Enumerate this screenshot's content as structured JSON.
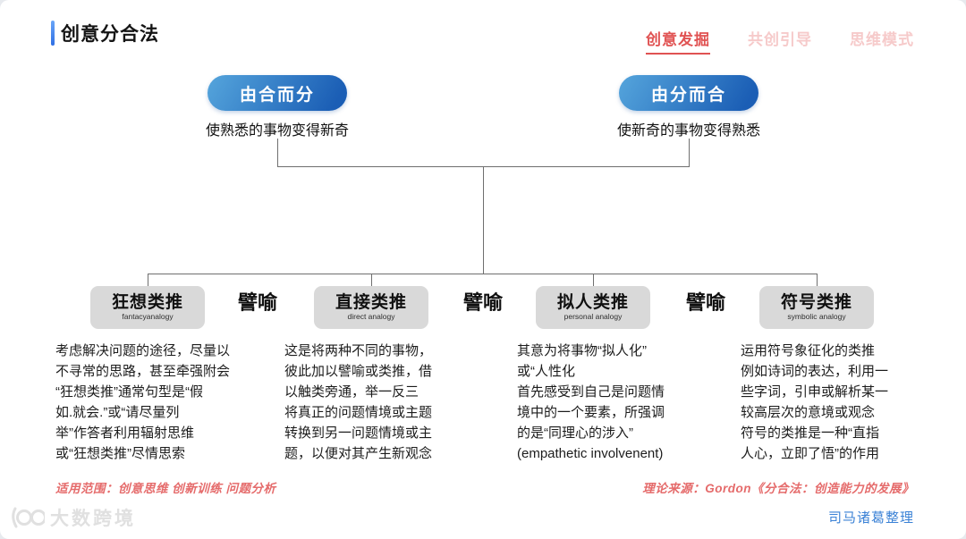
{
  "header": {
    "title": "创意分合法",
    "nav": [
      {
        "label": "创意发掘",
        "active": true
      },
      {
        "label": "共创引导",
        "active": false
      },
      {
        "label": "思维模式",
        "active": false
      }
    ]
  },
  "top_methods": [
    {
      "label": "由合而分",
      "subtitle": "使熟悉的事物变得新奇"
    },
    {
      "label": "由分而合",
      "subtitle": "使新奇的事物变得熟悉"
    }
  ],
  "connector_labels": [
    "譬喻",
    "譬喻",
    "譬喻"
  ],
  "analogies": [
    {
      "title": "狂想类推",
      "subtitle": "fantacyanalogy",
      "description": "考虑解决问题的途径，尽量以\n不寻常的思路，甚至牵强附会\n“狂想类推”通常句型是“假\n如.就会.”或“请尽量列\n举”作答者利用辐射思维\n或“狂想类推”尽情思索"
    },
    {
      "title": "直接类推",
      "subtitle": "direct analogy",
      "description": "这是将两种不同的事物，\n彼此加以譬喻或类推，借\n以触类旁通，举一反三\n将真正的问题情境或主题\n转换到另一问题情境或主\n题，以便对其产生新观念"
    },
    {
      "title": "拟人类推",
      "subtitle": "personal analogy",
      "description": "其意为将事物“拟人化”\n或“人性化\n首先感受到自己是问题情\n境中的一个要素，所强调\n的是“同理心的涉入”\n(empathetic involvenent)"
    },
    {
      "title": "符号类推",
      "subtitle": "symbolic analogy",
      "description": "运用符号象征化的类推\n例如诗词的表达，利用一\n些字词，引申或解析某一\n较高层次的意境或观念\n符号的类推是一种“直指\n人心，立即了悟”的作用"
    }
  ],
  "footer": {
    "scope": "适用范围：创意思维 创新训练 问题分析",
    "source": "理论来源：Gordon《分合法：创造能力的发展》",
    "watermark": "大数跨境",
    "credit": "司马诸葛整理"
  },
  "colors": {
    "accent_blue_light": "#55a5dc",
    "accent_blue_dark": "#1b5eb5",
    "box_gray": "#d9d9d9",
    "nav_active_red": "#e05252",
    "nav_inactive_pink": "#f6caca",
    "footer_red": "#e56b6b",
    "credit_blue": "#3b82d6"
  }
}
